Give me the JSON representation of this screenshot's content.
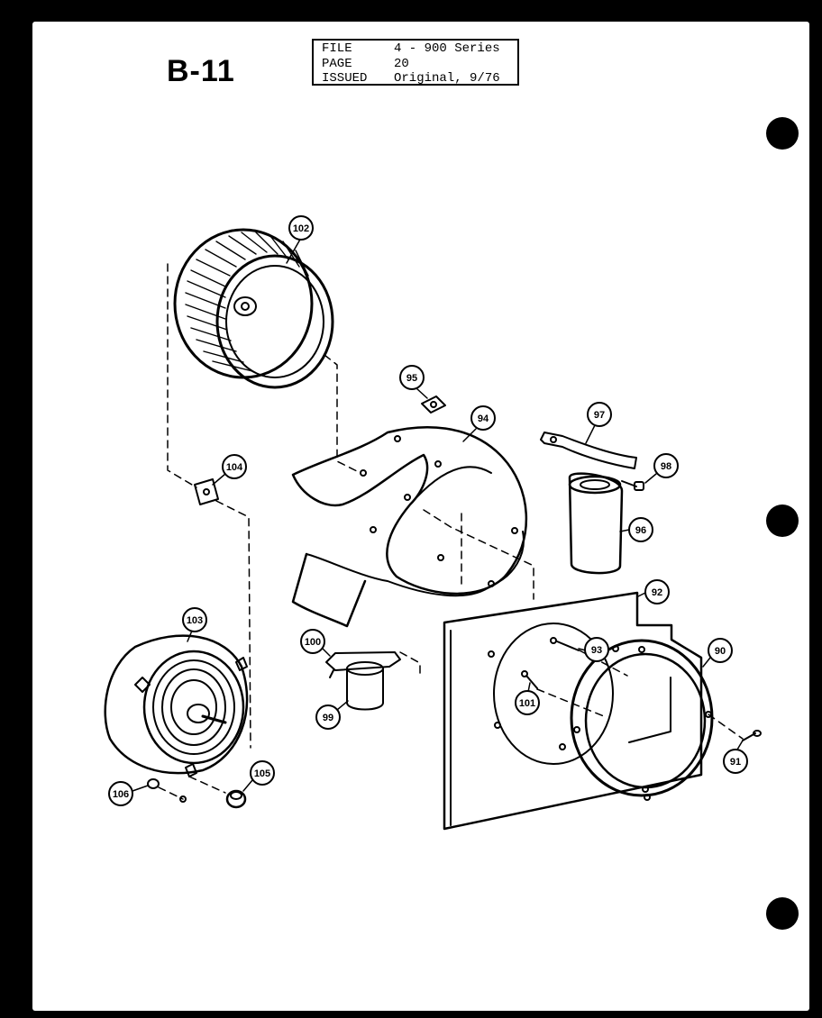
{
  "header": {
    "page_code": "B-11",
    "info": [
      {
        "key": "FILE",
        "value": "4 - 900 Series"
      },
      {
        "key": "PAGE",
        "value": "20"
      },
      {
        "key": "ISSUED",
        "value": "Original, 9/76"
      }
    ]
  },
  "callouts": {
    "c102": "102",
    "c95": "95",
    "c94": "94",
    "c97": "97",
    "c98": "98",
    "c104": "104",
    "c96": "96",
    "c92": "92",
    "c103": "103",
    "c100": "100",
    "c93": "93",
    "c90": "90",
    "c101": "101",
    "c99": "99",
    "c91": "91",
    "c106": "106",
    "c105": "105"
  }
}
